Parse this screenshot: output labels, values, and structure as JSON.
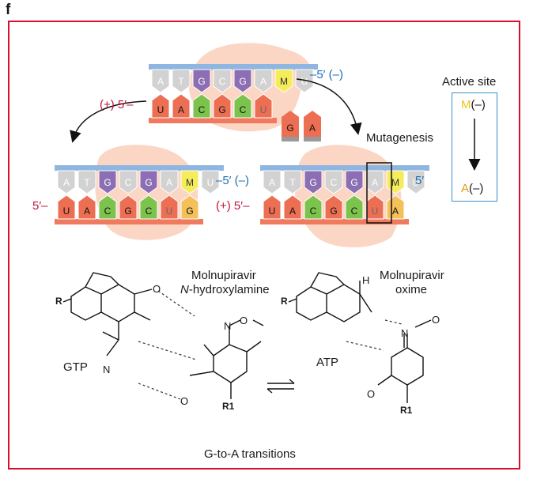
{
  "panel_label": "f",
  "top_strand": {
    "template": [
      "A",
      "T",
      "G",
      "C",
      "G",
      "A",
      "M",
      "U"
    ],
    "nascent": [
      "U",
      "A",
      "C",
      "G",
      "C",
      "U"
    ],
    "template_label": "–5′ (–)",
    "nascent_label": "(+) 5′–",
    "free_nts": [
      "G",
      "A"
    ]
  },
  "left_strand": {
    "template": [
      "A",
      "T",
      "G",
      "C",
      "G",
      "A",
      "M",
      "U"
    ],
    "nascent": [
      "U",
      "A",
      "C",
      "G",
      "C",
      "U",
      "G"
    ],
    "template_label": "–5′ (–)",
    "nascent_label": "5′–"
  },
  "right_strand": {
    "template": [
      "A",
      "T",
      "G",
      "C",
      "G",
      "A",
      "M",
      "U"
    ],
    "nascent": [
      "U",
      "A",
      "C",
      "G",
      "C",
      "U",
      "A"
    ],
    "template_label": "5′",
    "nascent_label": "(+) 5′–"
  },
  "mutagenesis_label": "Mutagenesis",
  "active_site": {
    "title": "Active site",
    "top_letter": "M",
    "top_suffix": "(–)",
    "bottom_letter": "A",
    "bottom_suffix": "(–)"
  },
  "chemistry": {
    "hydroxylamine_title": "Molnupiravir",
    "hydroxylamine_italic": "N",
    "hydroxylamine_rest": "-hydroxylamine",
    "oxime_title_1": "Molnupiravir",
    "oxime_title_2": "oxime",
    "gtp": "GTP",
    "atp": "ATP",
    "r": "R",
    "r1": "R1",
    "n": "N",
    "h": "H",
    "o": "O",
    "caption": "G-to-A transitions"
  },
  "colors": {
    "frame": "#d6102b",
    "template_bar": "#8eb6e0",
    "nascent_bar": "#ef7a5e",
    "polymerase": "#fbd6c4",
    "gray_nt": "#d2d2d2",
    "G_tmpl": "#8c6eb4",
    "M_tmpl": "#f4ec5a",
    "nascent_nt": "#ec6f53",
    "C_nascent": "#7cc34d",
    "G_yellow": "#f4c05a",
    "A_yellow": "#f4c05a"
  }
}
